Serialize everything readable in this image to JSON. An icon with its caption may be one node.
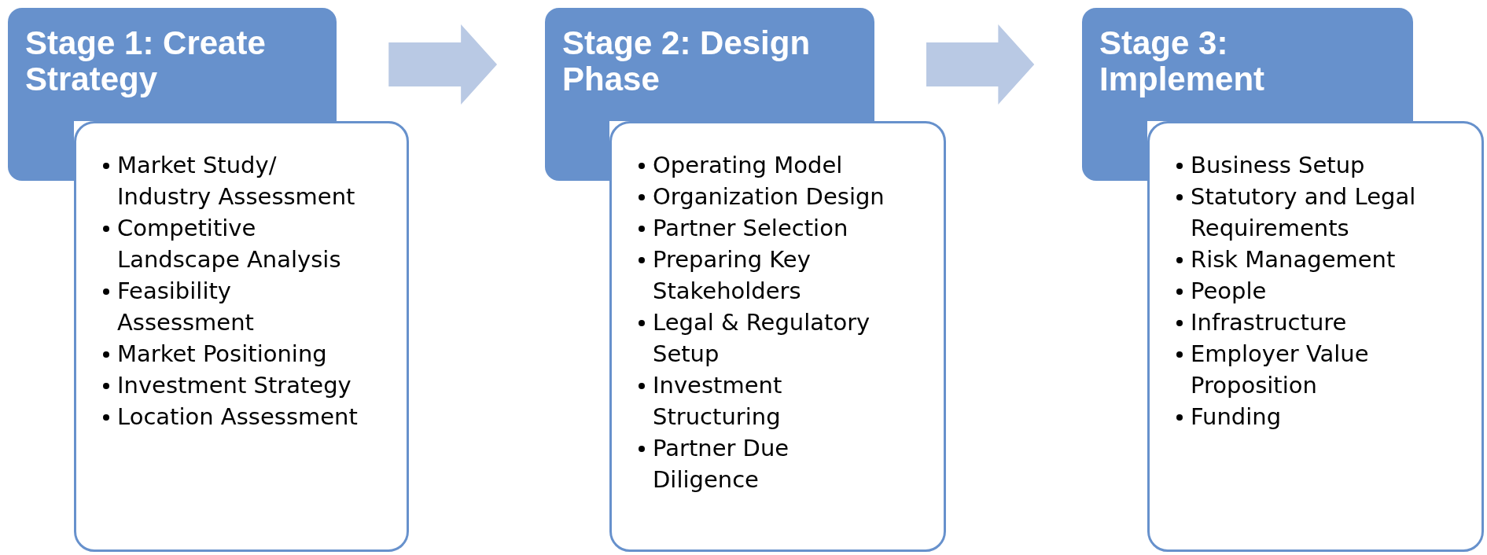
{
  "diagram": {
    "nodes": [
      {
        "text": [
          "Stage 1: Create Strategy"
        ]
      },
      {
        "text": [
          "Market Study/ Industry Assessment",
          "Competitive Landscape Analysis",
          "Feasibility Assessment",
          "Market Positioning",
          "Investment Strategy",
          "Location Assessment"
        ]
      },
      {
        "text": [
          "Stage 2: Design Phase"
        ]
      },
      {
        "text": [
          "Operating Model",
          "Organization Design",
          "Partner Selection",
          "Preparing Key Stakeholders",
          "Legal & Regulatory Setup",
          "Investment Structuring",
          "Partner Due Diligence"
        ]
      },
      {
        "text": [
          "Stage 3: Implement"
        ]
      },
      {
        "text": [
          "Business Setup",
          "Statutory and Legal Requirements",
          "Risk Management",
          "People",
          "Infrastructure",
          "Employer Value Proposition",
          "Funding"
        ]
      }
    ],
    "edges": [
      {
        "from": 0,
        "to": 2,
        "arrow": "to",
        "style": "thick"
      },
      {
        "from": 2,
        "to": 4,
        "arrow": "to",
        "style": "thick"
      }
    ]
  }
}
